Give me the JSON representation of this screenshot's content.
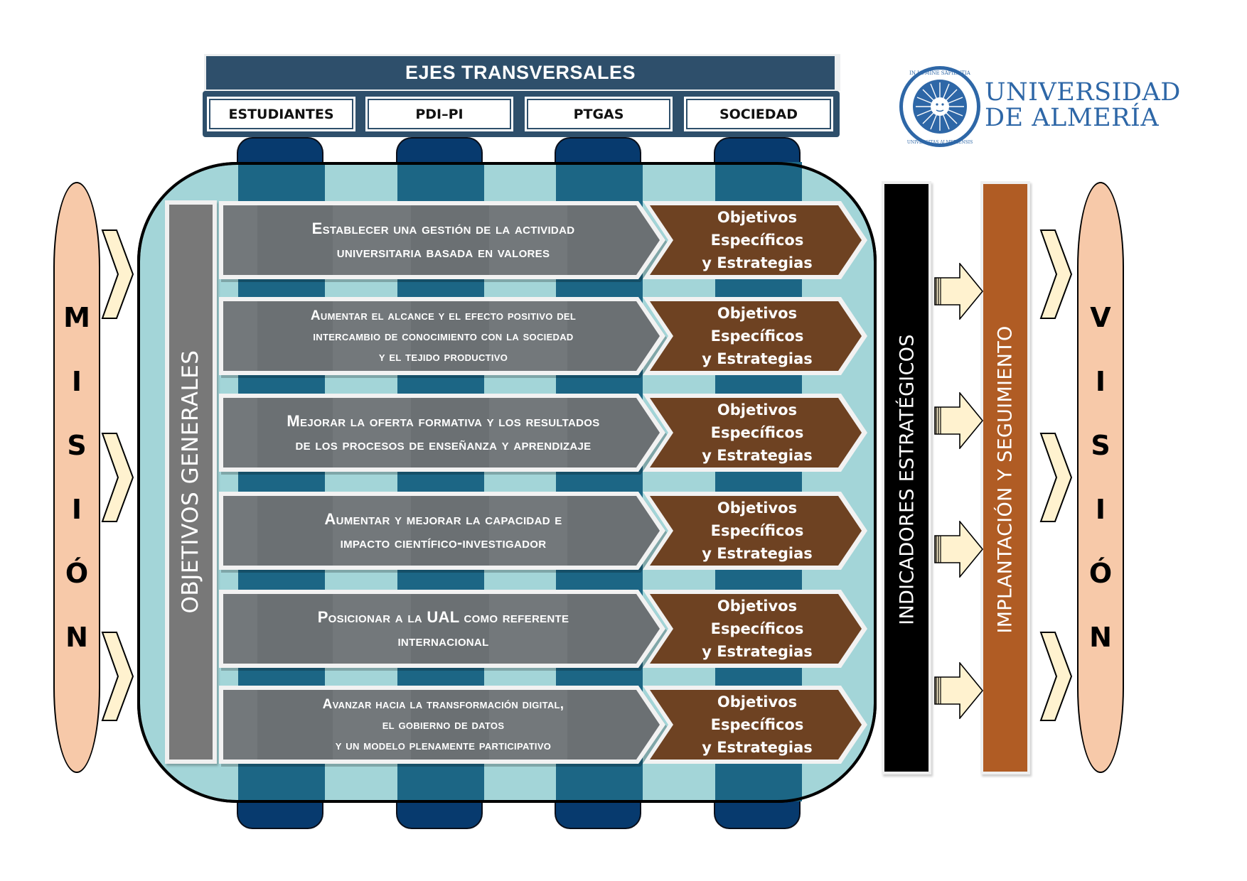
{
  "header": {
    "title": "EJES TRANSVERSALES",
    "axes": [
      "ESTUDIANTES",
      "PDI–PI",
      "PTGAS",
      "SOCIEDAD"
    ]
  },
  "logo": {
    "icon": "university-seal-icon",
    "seal_text_top": "IN LUMINE SAPIENTIA",
    "seal_text_bottom": "UNIVERSITAS ALMERIENSIS",
    "line1": "UNIVERSIDAD",
    "line2": "DE ALMERÍA",
    "color": "#2e67a7"
  },
  "mision": {
    "letters": [
      "M",
      "I",
      "S",
      "I",
      "Ó",
      "N"
    ]
  },
  "vision": {
    "letters": [
      "V",
      "I",
      "S",
      "I",
      "Ó",
      "N"
    ]
  },
  "objetivos_generales_label": "OBJETIVOS GENERALES",
  "objectives": [
    {
      "lines": [
        "Establecer una gestión de la actividad",
        "universitaria basada en valores"
      ],
      "specific": [
        "Objetivos Específicos",
        "y Estrategias"
      ]
    },
    {
      "lines": [
        "Aumentar el alcance y el efecto positivo del",
        "intercambio de conocimiento con la sociedad",
        "y el tejido productivo"
      ],
      "specific": [
        "Objetivos Específicos",
        "y Estrategias"
      ]
    },
    {
      "lines": [
        "Mejorar la oferta formativa y los resultados",
        "de los procesos de enseñanza y aprendizaje"
      ],
      "specific": [
        "Objetivos Específicos",
        "y Estrategias"
      ]
    },
    {
      "lines": [
        "Aumentar y mejorar la capacidad e",
        "impacto científico-investigador"
      ],
      "specific": [
        "Objetivos Específicos",
        "y Estrategias"
      ]
    },
    {
      "lines": [
        "Posicionar a la UAL como referente",
        "internacional"
      ],
      "specific": [
        "Objetivos Específicos",
        "y Estrategias"
      ]
    },
    {
      "lines": [
        "Avanzar hacia la transformación digital,",
        "el gobierno de datos",
        "y un modelo plenamente participativo"
      ],
      "specific": [
        "Objetivos Específicos",
        "y Estrategias"
      ]
    }
  ],
  "indicadores_label": "INDICADORES  ESTRATÉGICOS",
  "implantacion_label": "IMPLANTACIÓN Y SEGUIMIENTO",
  "colors": {
    "header": "#2e4f6b",
    "container": "#a3d5d8",
    "column": "#1c6685",
    "column_cap": "#073a6e",
    "objective_arrow": "#6b7073",
    "specific_arrow": "#6e4222",
    "indicadores": "#000000",
    "implantacion": "#b05c24",
    "pill": "#f7c9a9",
    "chevron": "#fff2cf"
  }
}
